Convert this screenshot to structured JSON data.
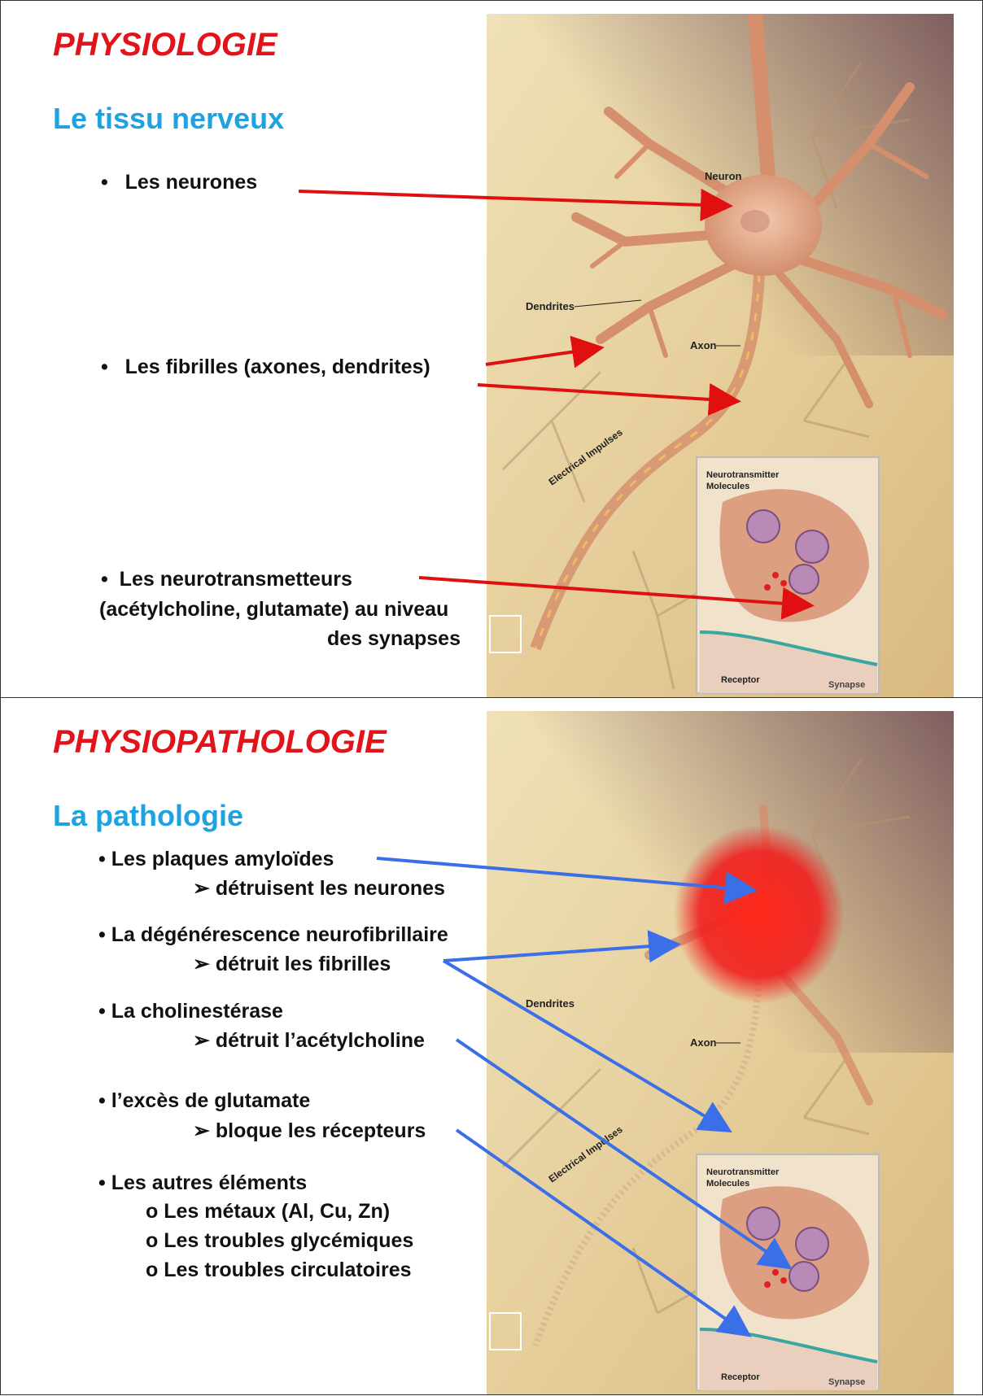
{
  "slide1": {
    "title": "PHYSIOLOGIE",
    "subtitle": "Le tissu nerveux",
    "bullets": [
      "Les neurones",
      "Les fibrilles (axones, dendrites)",
      "Les neurotransmetteurs"
    ],
    "bullet3_line2": "(acétylcholine, glutamate) au niveau",
    "bullet3_line3": "des synapses",
    "bullet_symbol": "•",
    "illustration_labels": {
      "neuron": "Neuron",
      "dendrites": "Dendrites",
      "axon": "Axon",
      "impulses": "Electrical Impulses",
      "neurotransmitter": "Neurotransmitter",
      "molecules": "Molecules",
      "receptor": "Receptor",
      "synapse": "Synapse"
    },
    "arrow_color": "#e01010"
  },
  "slide2": {
    "title": "PHYSIOPATHOLOGIE",
    "subtitle": "La pathologie",
    "items": [
      {
        "label": "Les plaques amyloïdes",
        "effect": "détruisent les neurones"
      },
      {
        "label": "La dégénérescence neurofibrillaire",
        "effect": "détruit les fibrilles"
      },
      {
        "label": "La cholinestérase",
        "effect": "détruit l’acétylcholine"
      },
      {
        "label": "l’excès de glutamate",
        "effect": "bloque les récepteurs"
      }
    ],
    "others_label": "Les autres éléments",
    "others": [
      "Les métaux (Al, Cu, Zn)",
      "Les troubles glycémiques",
      "Les troubles circulatoires"
    ],
    "bullet_symbol": "•",
    "effect_symbol": "➢",
    "sub_symbol": "o",
    "illustration_labels": {
      "dendrites": "Dendrites",
      "axon": "Axon",
      "impulses": "Electrical Impulses",
      "neurotransmitter": "Neurotransmitter",
      "molecules": "Molecules",
      "receptor": "Receptor",
      "synapse": "Synapse"
    },
    "arrow_color": "#3b6fe8"
  },
  "colors": {
    "title_red": "#e2141b",
    "subtitle_blue": "#1fa3e0",
    "neuron_tan": "#e0a583",
    "background_beige": "#e8d6a8"
  }
}
